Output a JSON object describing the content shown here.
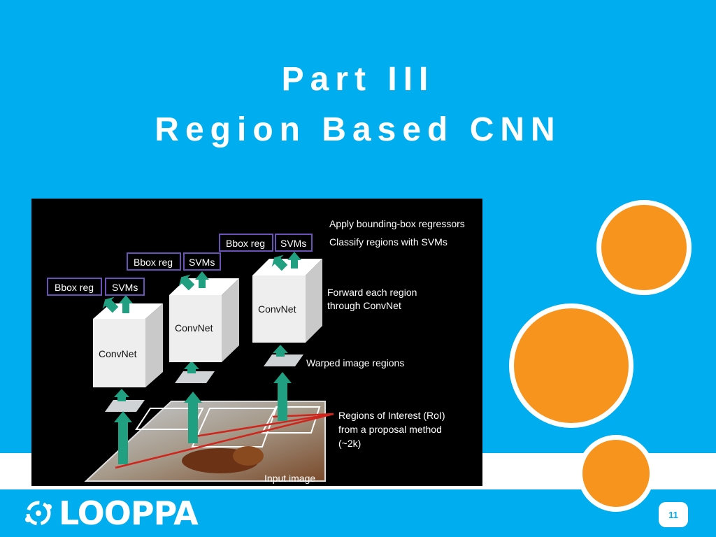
{
  "slide": {
    "title_line1": "Part III",
    "title_line2": "Region Based CNN",
    "page_number": "11"
  },
  "logo": {
    "text": "LOOPPA"
  },
  "figure": {
    "step_labels": {
      "apply_bbox": "Apply bounding-box regressors",
      "classify": "Classify regions with SVMs",
      "forward_line1": "Forward each region",
      "forward_line2": "through ConvNet",
      "warped": "Warped image regions",
      "roi_line1": "Regions of Interest (RoI)",
      "roi_line2": "from a proposal method",
      "roi_line3": "(~2k)",
      "input": "Input image"
    },
    "boxes": {
      "bbox_reg": "Bbox reg",
      "svms": "SVMs",
      "convnet": "ConvNet"
    }
  },
  "colors": {
    "background": "#00aeef",
    "accent_orange": "#f7941d",
    "arrow_green": "#20a080",
    "box_border_purple": "#6a52b8",
    "roi_red": "#d0251c"
  }
}
